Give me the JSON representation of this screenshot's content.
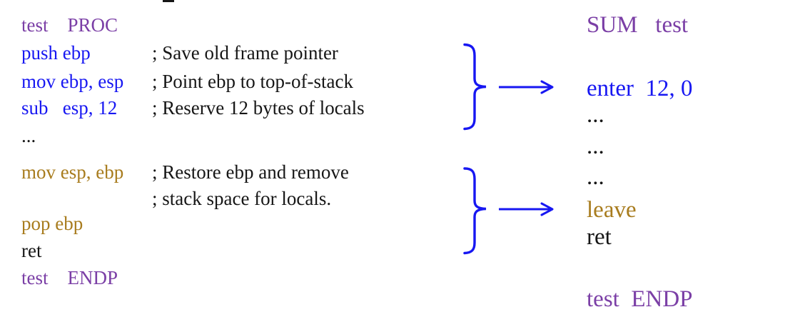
{
  "left": {
    "proc": "test    PROC",
    "push": "push ebp",
    "comment_push": "; Save old frame pointer",
    "mov1": "mov ebp, esp",
    "comment_mov1": "; Point ebp to top-of-stack",
    "sub": "sub   esp, 12",
    "comment_sub": "; Reserve 12 bytes of locals",
    "ellipsis": "...",
    "mov2": "mov esp, ebp",
    "comment_mov2_line1": "; Restore ebp and remove",
    "comment_mov2_line2": "; stack space for locals.",
    "pop": "pop ebp",
    "ret": "ret",
    "endp": "test    ENDP"
  },
  "right": {
    "title": "SUM   test",
    "enter": "enter  12, 0",
    "ellipsis1": "...",
    "ellipsis2": "...",
    "ellipsis3": "...",
    "leave": "leave",
    "ret": "ret",
    "endp": "test  ENDP"
  },
  "colors": {
    "purple": "#7B3FA6",
    "blue": "#1717F2",
    "gold": "#A87C1E",
    "black": "#161616"
  }
}
